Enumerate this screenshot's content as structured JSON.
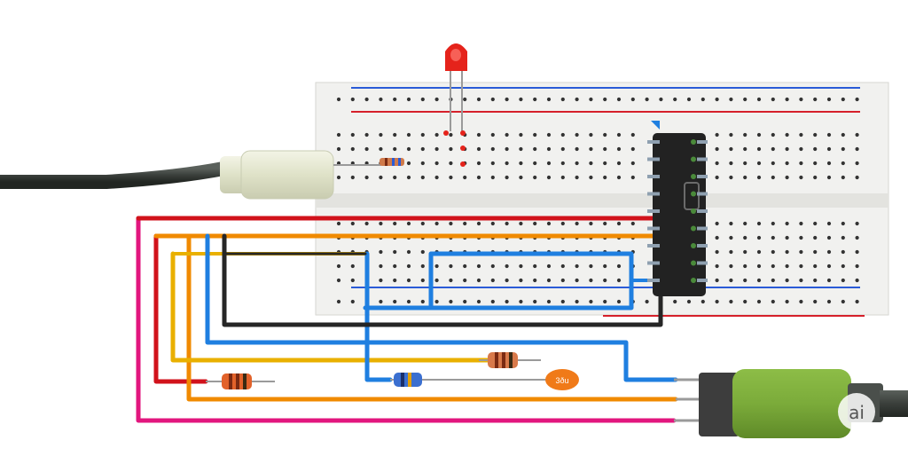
{
  "colors": {
    "background": "#ffffff",
    "breadboard": "#f1f1ef",
    "breadboard_edge": "#d6d6d2",
    "hole": "#333333",
    "rail_blue": "#2a5bd7",
    "rail_red": "#d6202a",
    "led": "#e5231b",
    "cable": "#3a3f3b",
    "plug_left": "#e3e6cf",
    "plug_right": "#7bab3a",
    "ic_body": "#222222",
    "wire_red": "#d1121b",
    "wire_orange": "#f08a00",
    "wire_yellow": "#e9b000",
    "wire_blue": "#1f7fe0",
    "wire_black": "#262626",
    "wire_magenta": "#e2167e",
    "capacitor": "#f07a18",
    "resistor_body": "#d07a4a"
  },
  "components": {
    "led": {
      "icon": "led-icon"
    },
    "capacitor": {
      "label": "3ðu"
    },
    "left_plug": {
      "icon": "audio-plug-icon"
    },
    "right_plug": {
      "icon": "audio-jack-icon"
    },
    "ic": {
      "icon": "ic-chip-icon",
      "pins_per_side": 9
    }
  },
  "badge": {
    "text": "ai"
  }
}
